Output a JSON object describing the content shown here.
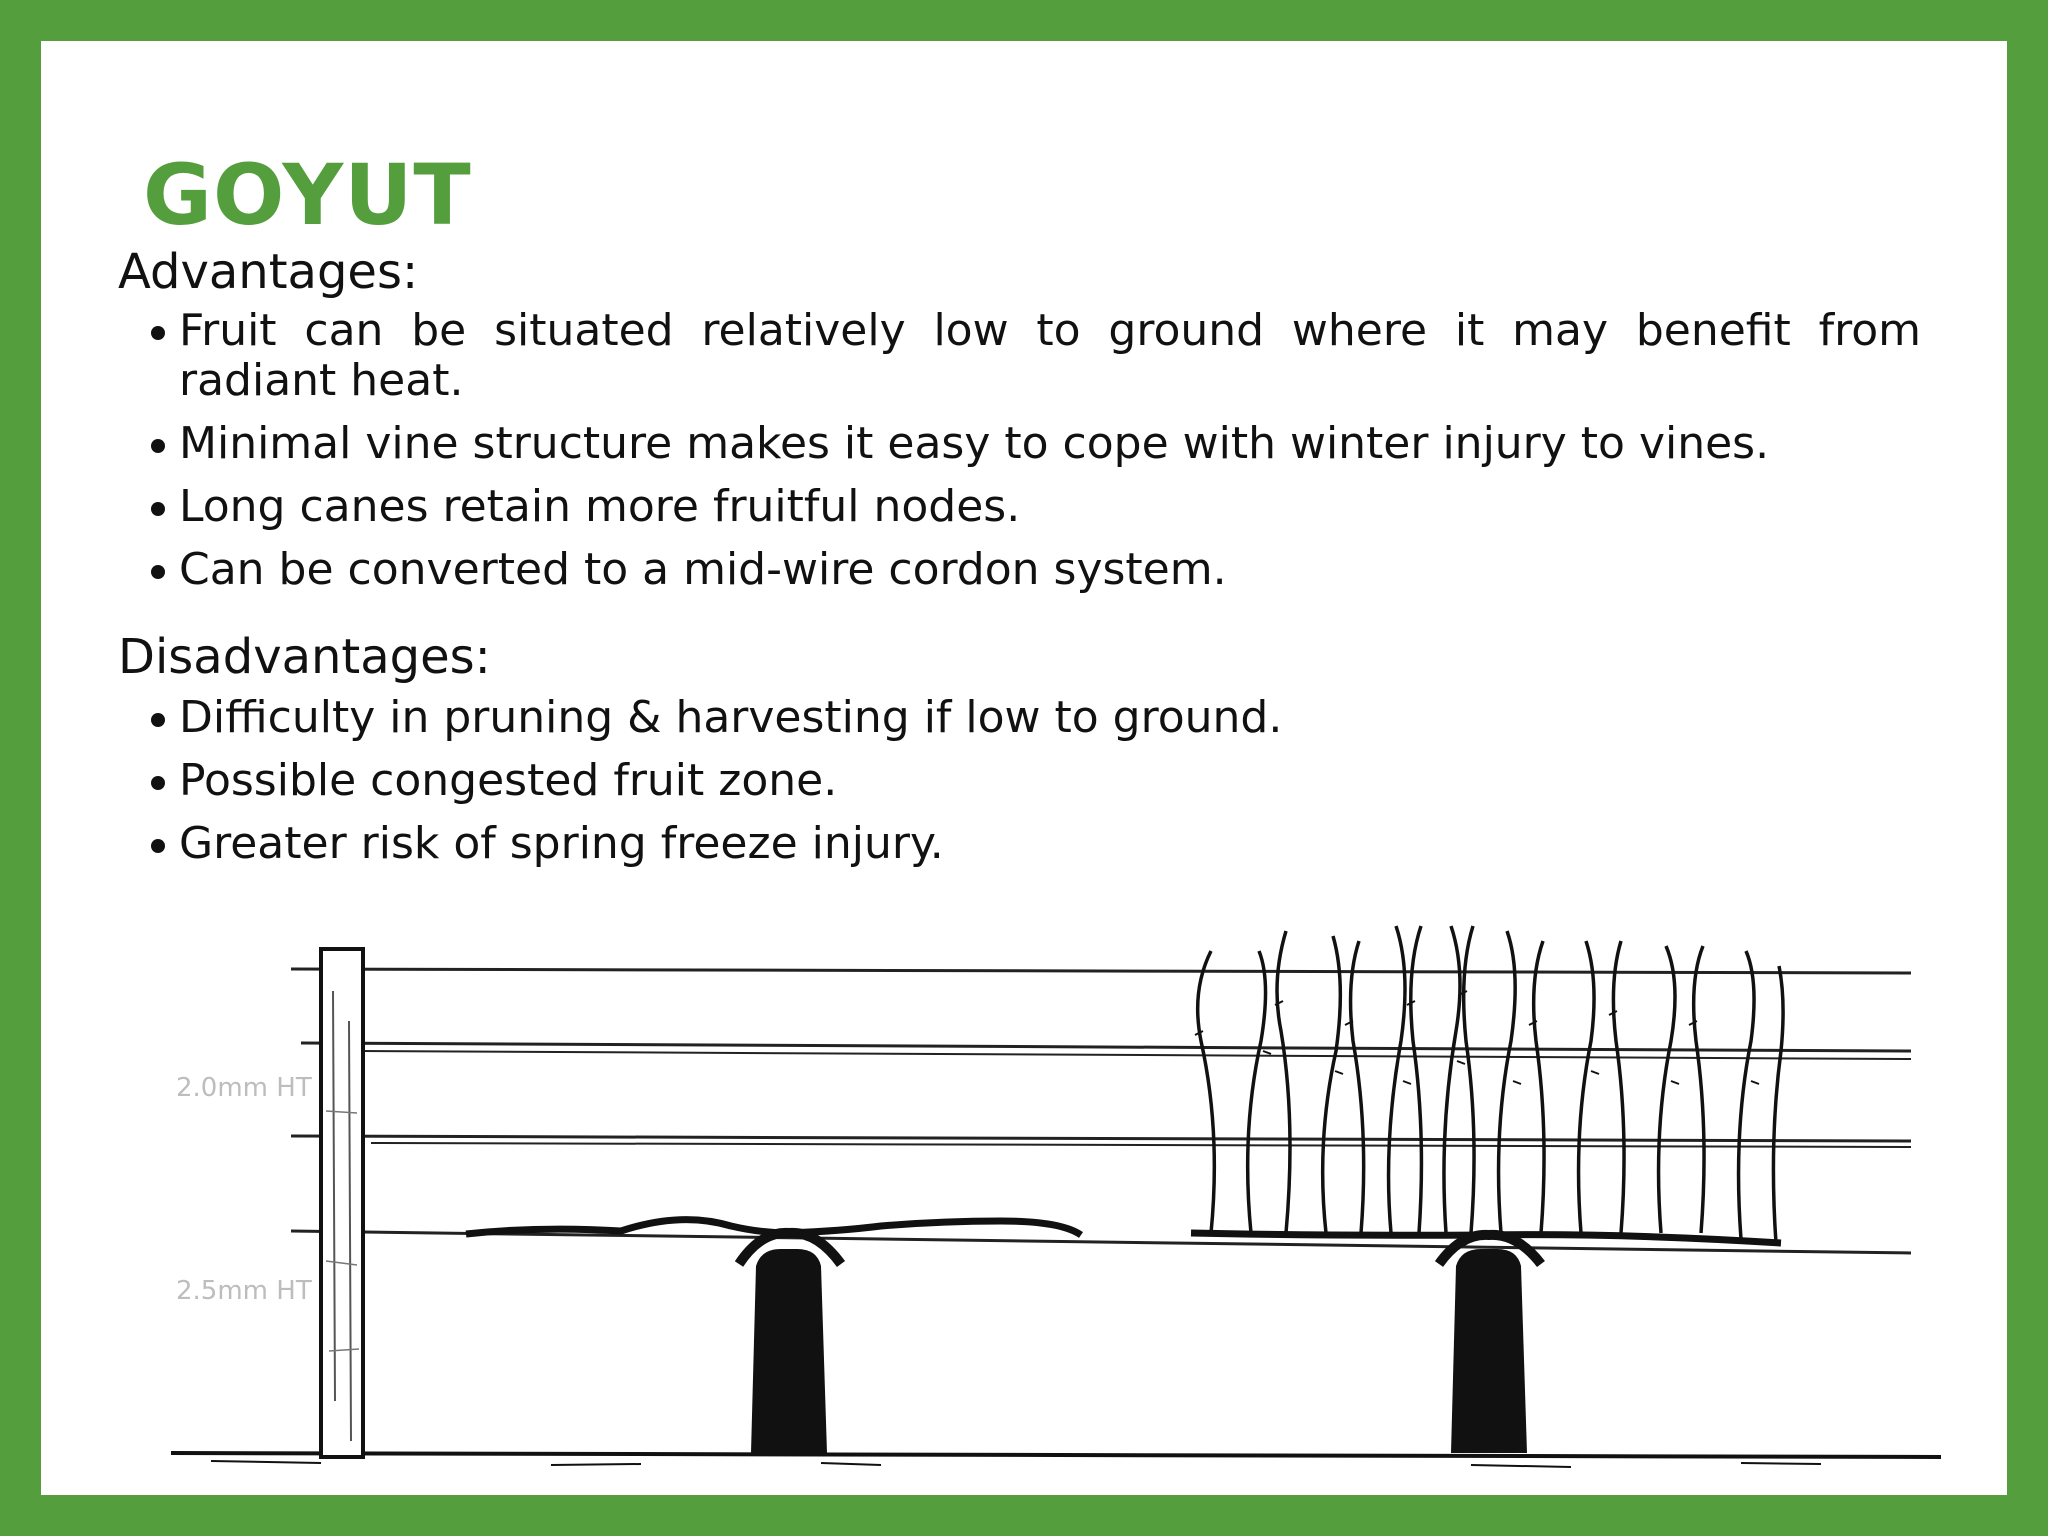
{
  "slide": {
    "title": "GOYUT",
    "advantages": {
      "heading": "Advantages:",
      "items": [
        "Fruit can be situated relatively low to ground where it may benefit from radiant heat.",
        "Minimal vine structure makes it easy to cope with winter injury to vines.",
        "Long canes retain more fruitful nodes.",
        "Can be converted to a mid-wire cordon system."
      ]
    },
    "disadvantages": {
      "heading": "Disadvantages:",
      "items": [
        "Difficulty in pruning & harvesting if low to ground.",
        "Possible congested fruit zone.",
        "Greater risk of spring freeze injury."
      ]
    },
    "diagram": {
      "label_upper": "2.0mm HT",
      "label_lower": "2.5mm HT"
    }
  },
  "colors": {
    "accent": "#549e3e",
    "frame": "#549e3e",
    "text": "#111111"
  }
}
